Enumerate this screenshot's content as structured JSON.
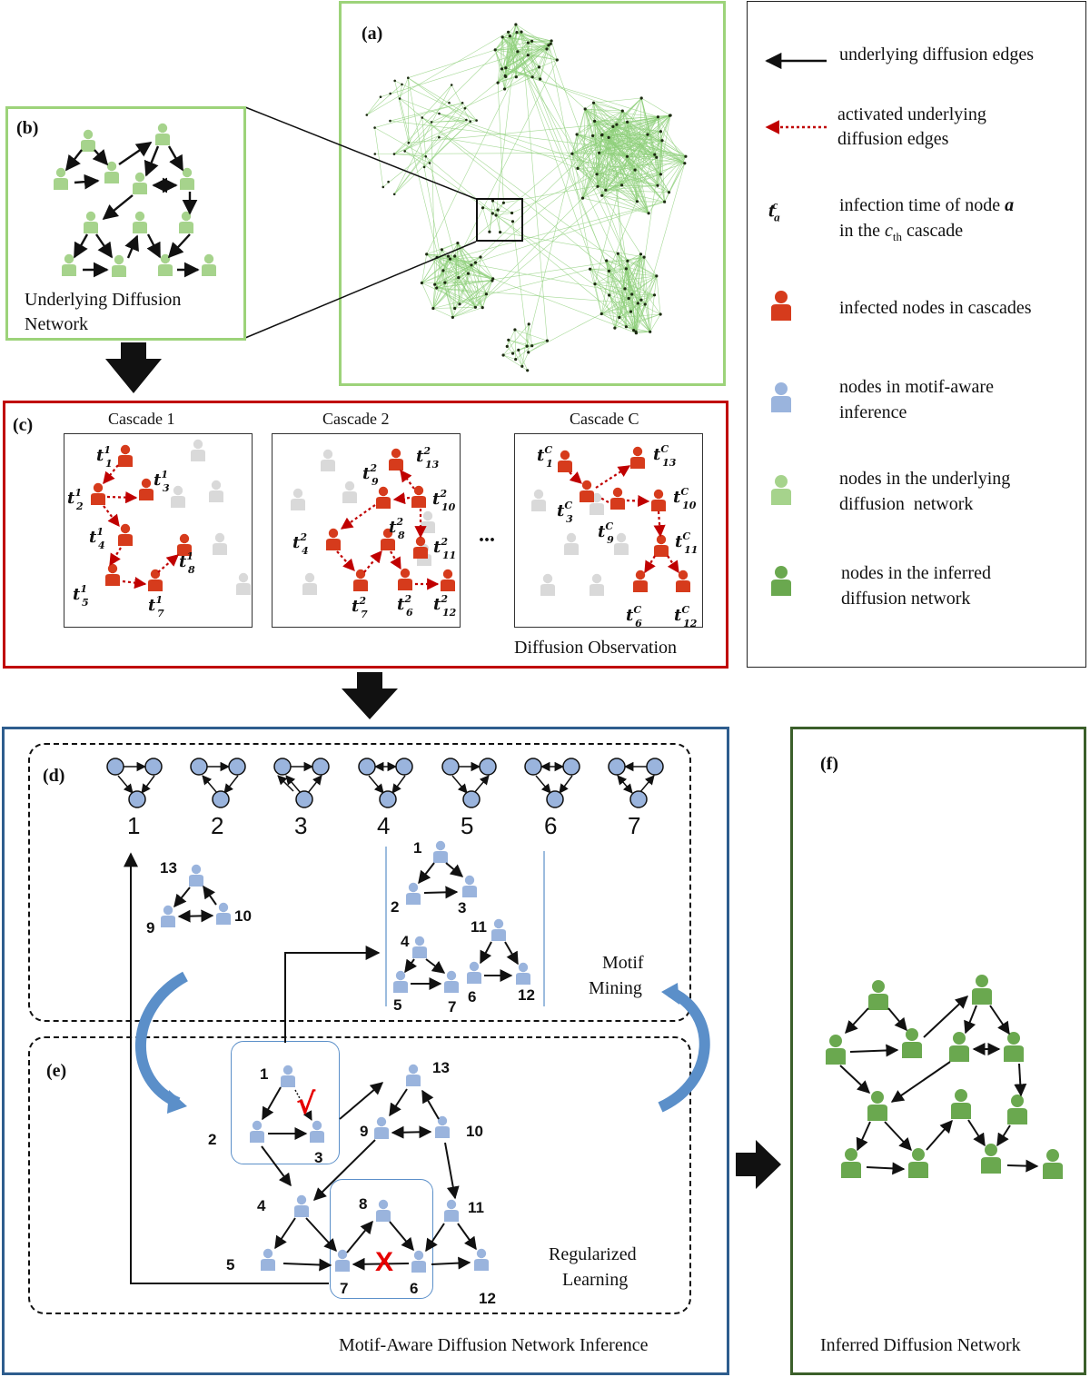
{
  "panels": {
    "a": "(a)",
    "b": "(b)",
    "c": "(c)",
    "d": "(d)",
    "e": "(e)",
    "f": "(f)"
  },
  "panel_b_title": [
    "Underlying Diffusion",
    "Network"
  ],
  "cascades": {
    "c1_title": "Cascade 1",
    "c2_title": "Cascade 2",
    "cC_title": "Cascade C",
    "ellipsis": "...",
    "footer": "Diffusion Observation"
  },
  "legend": {
    "underlying_edges": "underlying diffusion edges",
    "activated_edges": [
      "activated underlying",
      "diffusion edges"
    ],
    "infection_symbol_base": "t",
    "infection_symbol_sub": "a",
    "infection_symbol_sup": "c",
    "infection_time": [
      "infection time of node",
      "in the",
      "cascade"
    ],
    "infection_time_var": "a",
    "infection_time_c": "c",
    "infection_time_th": "th",
    "infected_nodes": "infected nodes in cascades",
    "motif_nodes": [
      "nodes in motif-aware",
      "inference"
    ],
    "underlying_nodes": [
      "nodes in the underlying",
      "diffusion  network"
    ],
    "inferred_nodes": [
      "nodes in the inferred",
      "diffusion network"
    ]
  },
  "motif_numbers": [
    "1",
    "2",
    "3",
    "4",
    "5",
    "6",
    "7"
  ],
  "motif_mining_label": [
    "Motif",
    "Mining"
  ],
  "regularized_label": [
    "Regularized",
    "Learning"
  ],
  "footer_inference": "Motif-Aware Diffusion Network Inference",
  "footer_inferred": "Inferred Diffusion Network",
  "node_ids": [
    "1",
    "2",
    "3",
    "4",
    "5",
    "6",
    "7",
    "8",
    "9",
    "10",
    "11",
    "12",
    "13"
  ],
  "marks": {
    "check": "√",
    "cross": "X"
  },
  "colors": {
    "green_frame": "#9dd37a",
    "red_frame": "#c00000",
    "blue_frame": "#2e5d8e",
    "dark_green_frame": "#3b5f2a",
    "infected": "#d63b1c",
    "motif_node": "#9ab4dd",
    "underlying_node": "#a6d38c",
    "inferred_node": "#6aa84f",
    "inactive": "#d9d9d9",
    "activated_edge": "#c00000",
    "network_edge": "#8fcf7a"
  }
}
